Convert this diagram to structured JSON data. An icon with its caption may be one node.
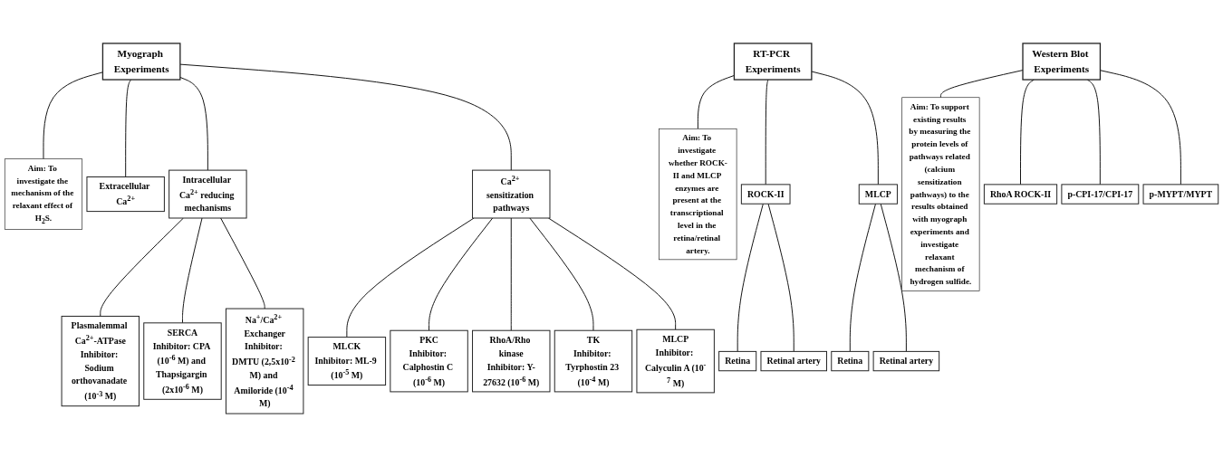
{
  "diagram": {
    "nodes": [
      {
        "text": [
          "Myograph Experiments"
        ]
      },
      {
        "text": [
          "**Aim:** To investigate the mechanism of the relaxant effect of H$_{2}$S."
        ]
      },
      {
        "text": [
          "Extracellular Ca$^{2+}$"
        ]
      },
      {
        "text": [
          "Intracellular Ca$^{2+}$ reducing mechanisms"
        ]
      },
      {
        "text": [
          "Plasmalemmal Ca$^{2+}$-ATPase",
          "**Inhibitor:** Sodium orthovanadate (10$^{-3}$ M)"
        ]
      },
      {
        "text": [
          "SERCA",
          "**Inhibitor:** CPA (10$^{-6}$ M) and Thapsigargin (2x10$^{-6}$ M)"
        ]
      },
      {
        "text": [
          "Na$^{+}$/Ca$^{2+}$ Exchanger",
          "**Inhibitor:** DMTU (2,5x10$^{-2}$ M) and Amiloride (10$^{-4}$ M)"
        ]
      },
      {
        "text": [
          "Ca$^{2+}$ sensitization pathways"
        ]
      },
      {
        "text": [
          "MLCK",
          "**Inhibitor:** ML-9 (10$^{-5}$ M)"
        ]
      },
      {
        "text": [
          "PKC",
          "**Inhibitor:** Calphostin C (10$^{-6}$ M)"
        ]
      },
      {
        "text": [
          "RhoA/Rho kinase",
          "**Inhibitor:** Y-27632 (10$^{-6}$ M)"
        ]
      },
      {
        "text": [
          "TK",
          "**Inhibitor:** Tyrphostin 23 (10$^{-4}$ M)"
        ]
      },
      {
        "text": [
          "MLCP",
          "**Inhibitor:** Calyculin A (10$^{-7}$ M)"
        ]
      },
      {
        "text": [
          "RT-PCR Experiments"
        ]
      },
      {
        "text": [
          "**Aim:** To investigate whether ROCK-II and MLCP enzymes are present at the transcriptional level in the retina/retinal artery."
        ]
      },
      {
        "text": [
          "ROCK-II"
        ]
      },
      {
        "text": [
          "Retina"
        ]
      },
      {
        "text": [
          "Retinal artery"
        ]
      },
      {
        "text": [
          "MLCP"
        ]
      },
      {
        "text": [
          "Retina"
        ]
      },
      {
        "text": [
          "Retinal artery"
        ]
      },
      {
        "text": [
          "Western Blot Experiments"
        ]
      },
      {
        "text": [
          "**Aim:** To support existing results by measuring the protein levels of pathways related (calcium sensitization pathways) to the results obtained with myograph experiments and investigate relaxant mechanism of hydrogen sulfide."
        ]
      },
      {
        "text": [
          "RhoA ROCK-II"
        ]
      },
      {
        "text": [
          "p-CPI-17/CPI-17"
        ]
      },
      {
        "text": [
          "p-MYPT/MYPT"
        ]
      }
    ],
    "edges": [
      {
        "from": 0,
        "to": 1,
        "arrow": "none"
      },
      {
        "from": 0,
        "to": 2,
        "arrow": "none"
      },
      {
        "from": 0,
        "to": 3,
        "arrow": "none"
      },
      {
        "from": 0,
        "to": 7,
        "arrow": "none"
      },
      {
        "from": 3,
        "to": 4,
        "arrow": "none"
      },
      {
        "from": 3,
        "to": 5,
        "arrow": "none"
      },
      {
        "from": 3,
        "to": 6,
        "arrow": "none"
      },
      {
        "from": 7,
        "to": 8,
        "arrow": "none"
      },
      {
        "from": 7,
        "to": 9,
        "arrow": "none"
      },
      {
        "from": 7,
        "to": 10,
        "arrow": "none"
      },
      {
        "from": 7,
        "to": 11,
        "arrow": "none"
      },
      {
        "from": 7,
        "to": 12,
        "arrow": "none"
      },
      {
        "from": 13,
        "to": 14,
        "arrow": "none"
      },
      {
        "from": 13,
        "to": 15,
        "arrow": "none"
      },
      {
        "from": 13,
        "to": 18,
        "arrow": "none"
      },
      {
        "from": 15,
        "to": 16,
        "arrow": "none"
      },
      {
        "from": 15,
        "to": 17,
        "arrow": "none"
      },
      {
        "from": 18,
        "to": 19,
        "arrow": "none"
      },
      {
        "from": 18,
        "to": 20,
        "arrow": "none"
      },
      {
        "from": 21,
        "to": 22,
        "arrow": "none"
      },
      {
        "from": 21,
        "to": 23,
        "arrow": "none"
      },
      {
        "from": 21,
        "to": 24,
        "arrow": "none"
      },
      {
        "from": 21,
        "to": 25,
        "arrow": "none"
      }
    ]
  }
}
